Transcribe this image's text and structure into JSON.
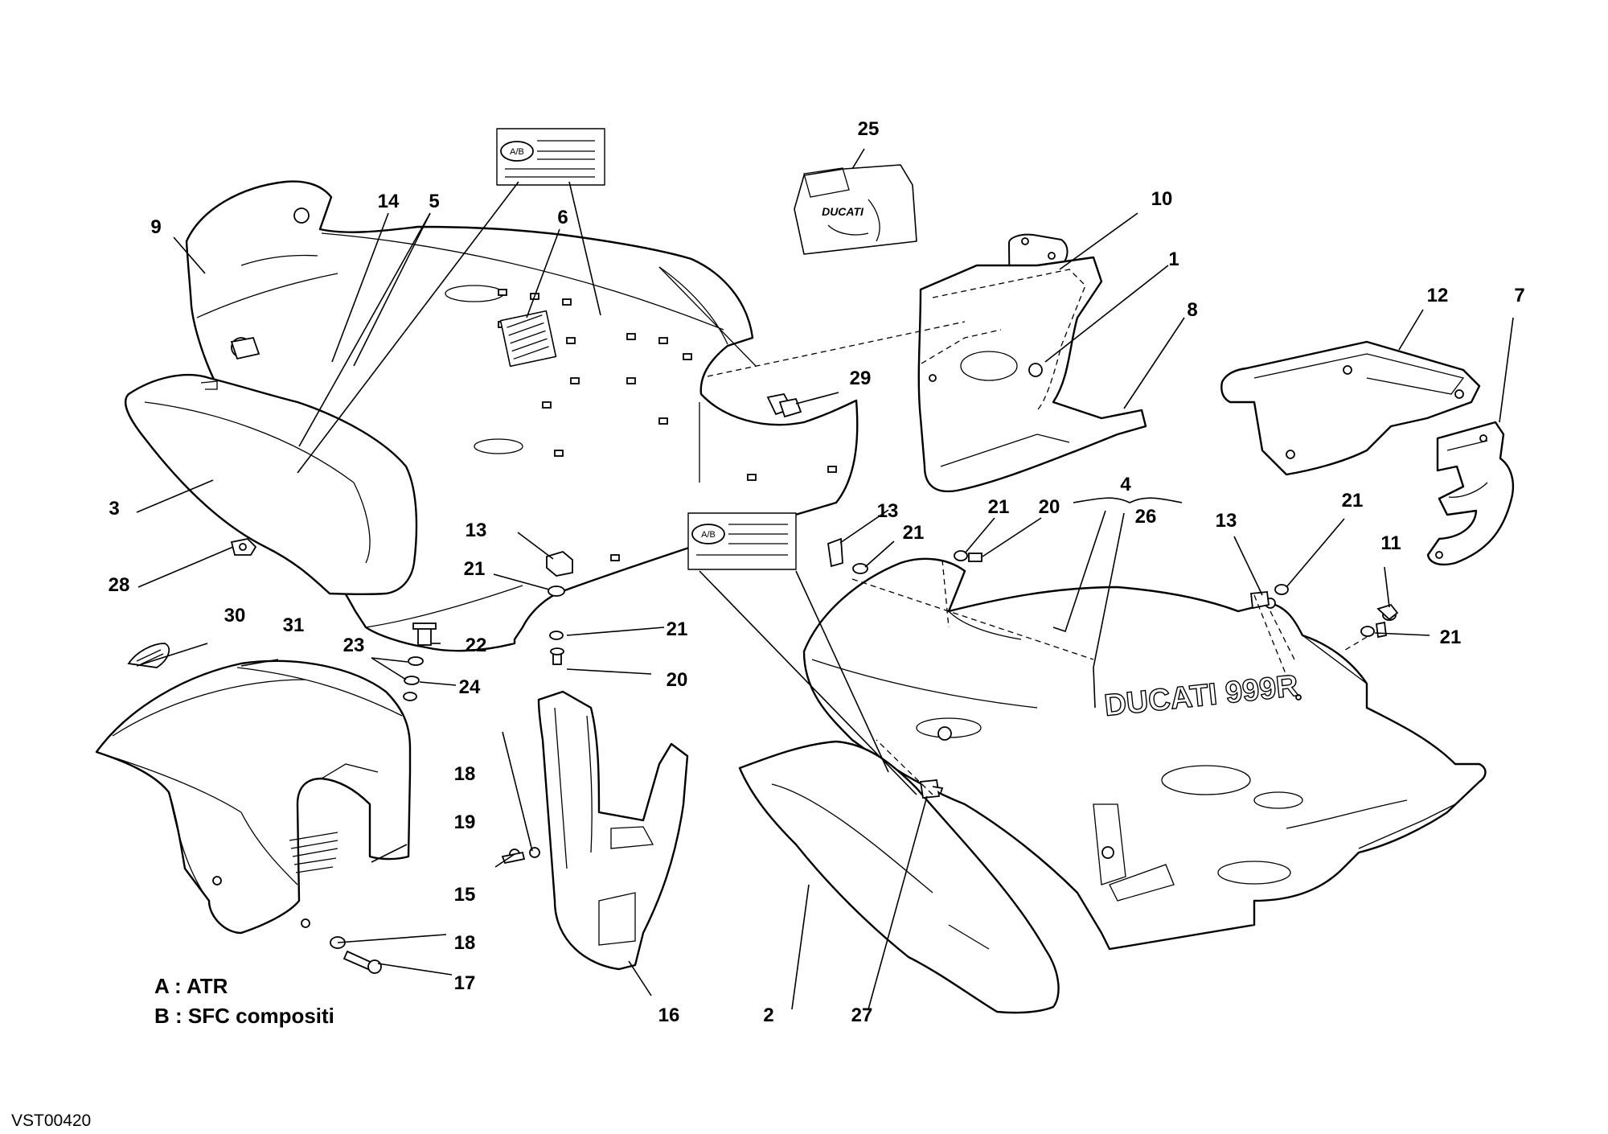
{
  "diagram": {
    "labels": [
      {
        "id": "p1",
        "text": "1"
      },
      {
        "id": "p2",
        "text": "2"
      },
      {
        "id": "p3",
        "text": "3"
      },
      {
        "id": "p4",
        "text": "4"
      },
      {
        "id": "p5",
        "text": "5"
      },
      {
        "id": "p6",
        "text": "6"
      },
      {
        "id": "p7",
        "text": "7"
      },
      {
        "id": "p8",
        "text": "8"
      },
      {
        "id": "p9",
        "text": "9"
      },
      {
        "id": "p10",
        "text": "10"
      },
      {
        "id": "p11",
        "text": "11"
      },
      {
        "id": "p12",
        "text": "12"
      },
      {
        "id": "p13a",
        "text": "13"
      },
      {
        "id": "p13b",
        "text": "13"
      },
      {
        "id": "p13c",
        "text": "13"
      },
      {
        "id": "p14",
        "text": "14"
      },
      {
        "id": "p15",
        "text": "15"
      },
      {
        "id": "p16",
        "text": "16"
      },
      {
        "id": "p17",
        "text": "17"
      },
      {
        "id": "p18a",
        "text": "18"
      },
      {
        "id": "p18b",
        "text": "18"
      },
      {
        "id": "p19",
        "text": "19"
      },
      {
        "id": "p20a",
        "text": "20"
      },
      {
        "id": "p20b",
        "text": "20"
      },
      {
        "id": "p21a",
        "text": "21"
      },
      {
        "id": "p21b",
        "text": "21"
      },
      {
        "id": "p21c",
        "text": "21"
      },
      {
        "id": "p21d",
        "text": "21"
      },
      {
        "id": "p21e",
        "text": "21"
      },
      {
        "id": "p21f",
        "text": "21"
      },
      {
        "id": "p22",
        "text": "22"
      },
      {
        "id": "p23",
        "text": "23"
      },
      {
        "id": "p24",
        "text": "24"
      },
      {
        "id": "p25",
        "text": "25"
      },
      {
        "id": "p26",
        "text": "26"
      },
      {
        "id": "p27",
        "text": "27"
      },
      {
        "id": "p28",
        "text": "28"
      },
      {
        "id": "p29",
        "text": "29"
      },
      {
        "id": "p30",
        "text": "30"
      },
      {
        "id": "p31",
        "text": "31"
      }
    ],
    "legend": [
      {
        "text": "A : ATR"
      },
      {
        "text": "B : SFC compositi"
      }
    ],
    "code": "VST00420",
    "sticker_text": "A/B",
    "plate_brand": "DUCATI",
    "fairing_decal": "DUCATI 999R"
  }
}
